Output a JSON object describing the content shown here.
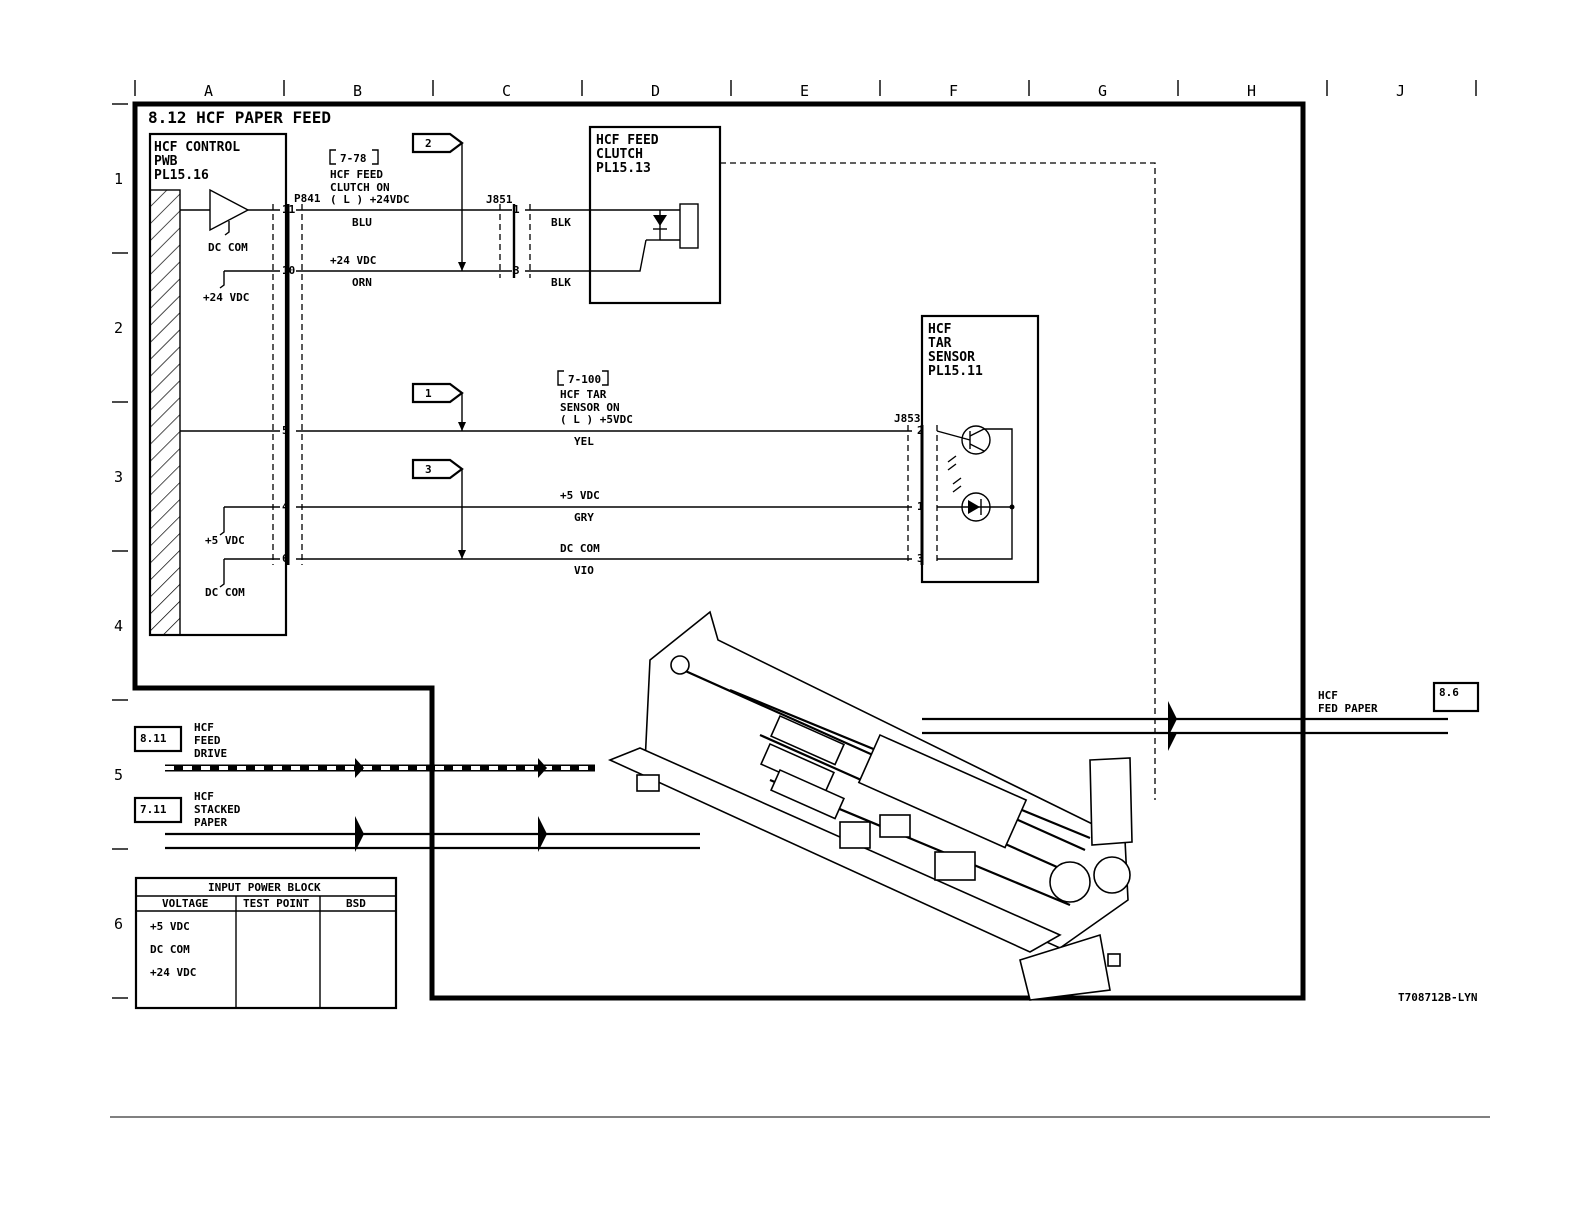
{
  "grid": {
    "columns": [
      "A",
      "B",
      "C",
      "D",
      "E",
      "F",
      "G",
      "H",
      "J"
    ],
    "rows": [
      "1",
      "2",
      "3",
      "4",
      "5",
      "6"
    ]
  },
  "title": "8.12 HCF PAPER FEED",
  "control_pwb": {
    "line1": "HCF CONTROL",
    "line2": "PWB",
    "line3": "PL15.16",
    "connector": "P841"
  },
  "clutch": {
    "line1": "HCF FEED",
    "line2": "CLUTCH",
    "line3": "PL15.13",
    "connector": "J851",
    "ref": "7-78",
    "signal1": "HCF FEED",
    "signal2": "CLUTCH ON",
    "signal3": "( L ) +24VDC"
  },
  "sensor": {
    "line1": "HCF",
    "line2": "TAR",
    "line3": "SENSOR",
    "line4": "PL15.11",
    "connector": "J853",
    "ref": "7-100",
    "signal1": "HCF TAR",
    "signal2": "SENSOR ON",
    "signal3": "( L ) +5VDC"
  },
  "flags": [
    "2",
    "1",
    "3"
  ],
  "wires": [
    {
      "pin": "11",
      "pin_far": "1",
      "color": "BLU",
      "color_far": "BLK"
    },
    {
      "pin": "10",
      "pin_far": "3",
      "label": "+24 VDC",
      "color": "ORN",
      "color_far": "BLK"
    },
    {
      "pin": "5",
      "pin_far": "2",
      "color": "YEL"
    },
    {
      "pin": "4",
      "pin_far": "1",
      "label": "+5 VDC",
      "color": "GRY"
    },
    {
      "pin": "6",
      "pin_far": "3",
      "label": "DC COM",
      "color": "VIO"
    }
  ],
  "supplies": {
    "dc_com": "DC COM",
    "v24": "+24 VDC",
    "v5": "+5 VDC"
  },
  "feed_drive": {
    "ref": "8.11",
    "line1": "HCF",
    "line2": "FEED",
    "line3": "DRIVE"
  },
  "stacked_paper": {
    "ref": "7.11",
    "line1": "HCF",
    "line2": "STACKED",
    "line3": "PAPER"
  },
  "fed_paper": {
    "ref": "8.6",
    "line1": "HCF",
    "line2": "FED PAPER"
  },
  "power_block": {
    "title": "INPUT POWER BLOCK",
    "headers": [
      "VOLTAGE",
      "TEST POINT",
      "BSD"
    ],
    "rows": [
      "+5 VDC",
      "DC COM",
      "+24 VDC"
    ]
  },
  "drawing_id": "T708712B-LYN"
}
